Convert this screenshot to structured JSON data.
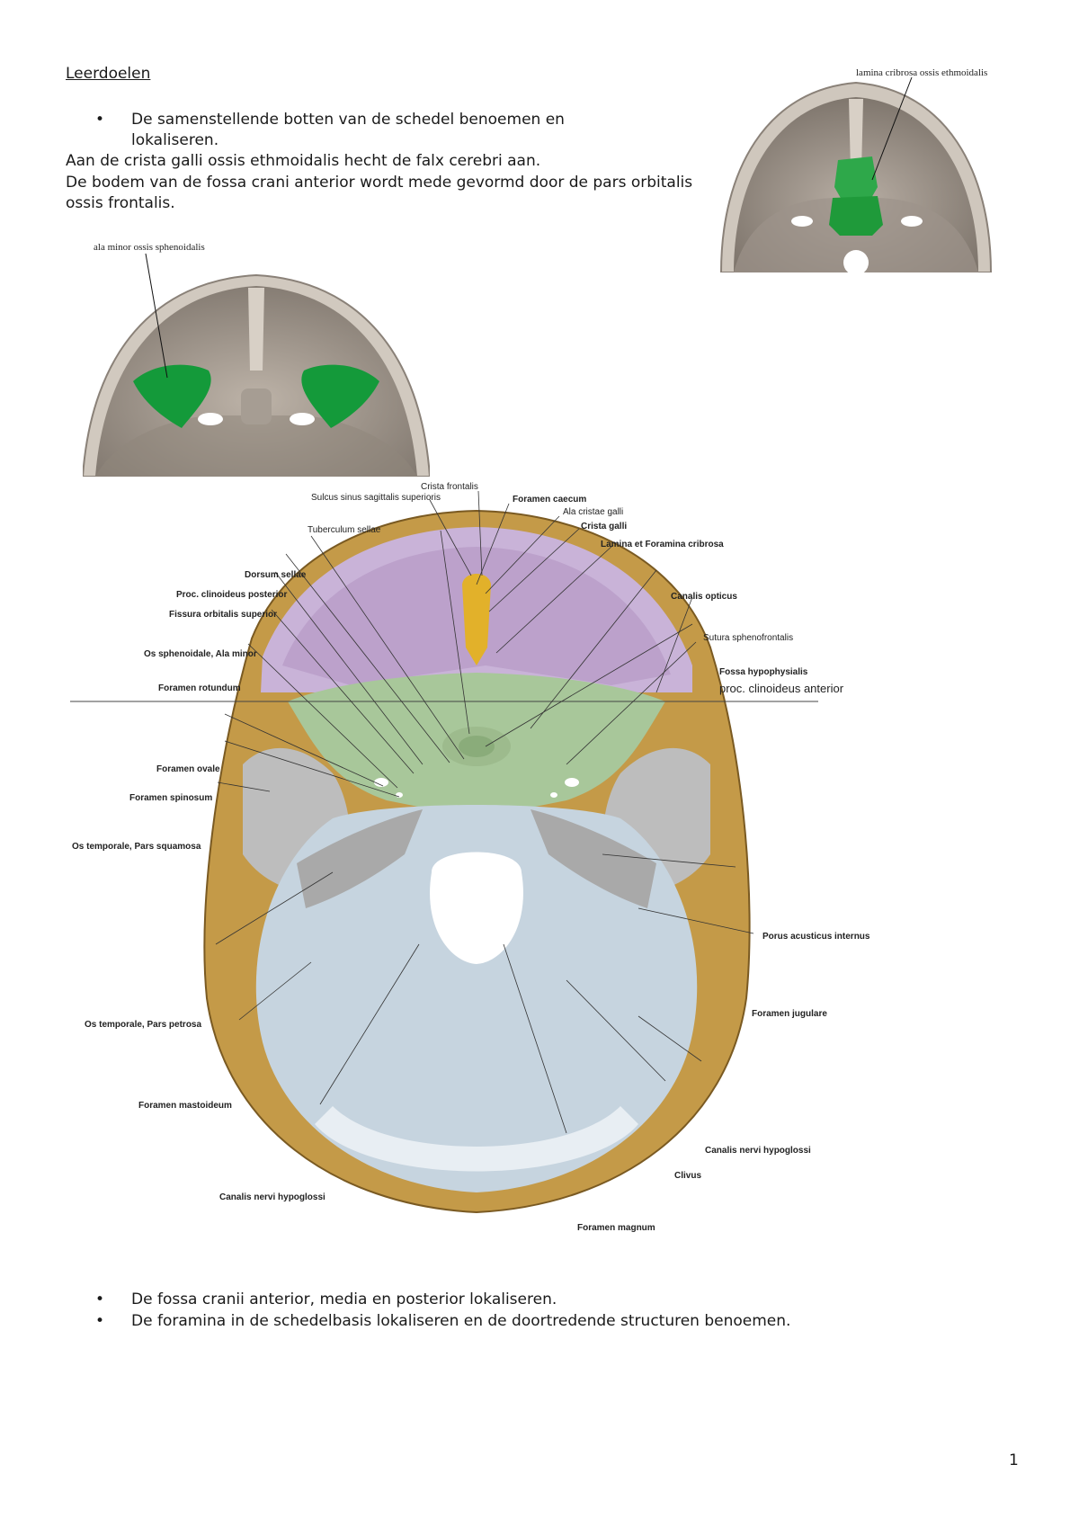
{
  "heading": "Leerdoelen",
  "objective_1": "De samenstellende botten van de schedel benoemen en lokaliseren.",
  "paragraph_1": "Aan de crista galli ossis ethmoidalis hecht de falx cerebri aan.",
  "paragraph_2": "De bodem van de fossa crani anterior wordt mede gevormd door de pars orbitalis ossis frontalis.",
  "figure_small_left_label": "ala minor ossis sphenoidalis",
  "figure_small_right_label": "lamina cribrosa ossis ethmoidalis",
  "main_figure_labels": {
    "crista_frontalis": "Crista frontalis",
    "sulcus_sinus": "Sulcus sinus sagittalis superioris",
    "foramen_caecum": "Foramen caecum",
    "ala_cristae_galli": "Ala cristae galli",
    "crista_galli": "Crista galli",
    "tuberculum_sellae": "Tuberculum sellae",
    "lamina_cribrosa": "Lamina et Foramina cribrosa",
    "dorsum_sellae": "Dorsum sellae",
    "proc_clin_post": "Proc. clinoideus posterior",
    "canalis_opticus": "Canalis opticus",
    "fissura_orb_sup": "Fissura orbitalis superior",
    "sutura_sphenofrontalis": "Sutura sphenofrontalis",
    "os_sphenoidale_ala_minor": "Os sphenoidale, Ala minor",
    "fossa_hypophysialis": "Fossa hypophysialis",
    "foramen_rotundum": "Foramen rotundum",
    "proc_clin_ant": "proc. clinoideus anterior",
    "foramen_ovale": "Foramen ovale",
    "foramen_spinosum": "Foramen spinosum",
    "os_temp_squamosa": "Os temporale, Pars squamosa",
    "porus_acusticus": "Porus acusticus internus",
    "foramen_jugulare": "Foramen jugulare",
    "os_temp_petrosa": "Os temporale, Pars petrosa",
    "foramen_mastoideum": "Foramen mastoideum",
    "canalis_hypo_r": "Canalis nervi hypoglossi",
    "clivus": "Clivus",
    "canalis_hypo_l": "Canalis nervi hypoglossi",
    "foramen_magnum": "Foramen magnum"
  },
  "objective_2": "De fossa cranii anterior, media en posterior lokaliseren.",
  "objective_3": "De foramina in de schedelbasis lokaliseren en de doortredende structuren benoemen.",
  "page_number": "1"
}
